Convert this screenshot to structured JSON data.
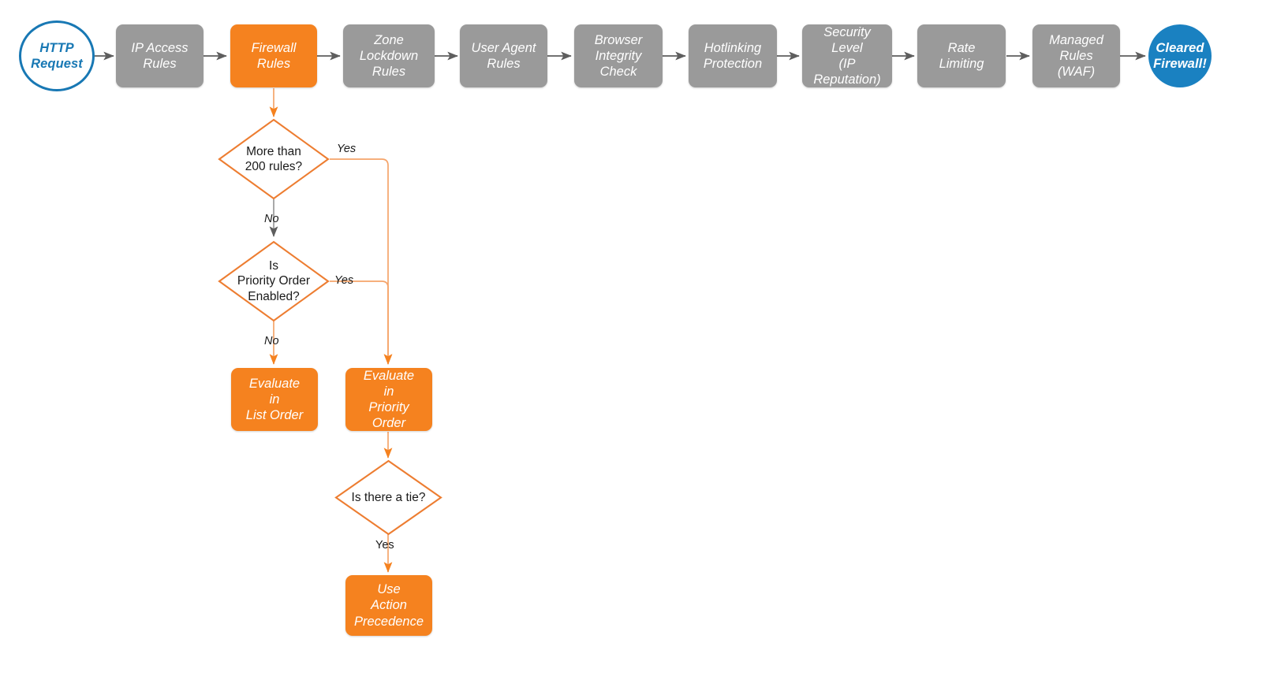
{
  "diagram": {
    "title": "Cloudflare Firewall Rules Evaluation Order",
    "colors": {
      "orange": "#f5821f",
      "orange_line": "#f5a46a",
      "gray_box": "#9a9a9a",
      "gray_line": "#6b6b6b",
      "blue": "#1a81c1",
      "blue_border": "#1878b4",
      "text_dark": "#1a1a1a",
      "background": "#ffffff"
    },
    "pipeline": {
      "name": "firewall-pipeline",
      "nodes": [
        {
          "id": "http-request",
          "label": "HTTP\nRequest",
          "shape": "circle",
          "style": "hollow-blue"
        },
        {
          "id": "ip-access-rules",
          "label": "IP Access\nRules",
          "shape": "process",
          "style": "gray"
        },
        {
          "id": "firewall-rules",
          "label": "Firewall\nRules",
          "shape": "process",
          "style": "orange"
        },
        {
          "id": "zone-lockdown-rules",
          "label": "Zone\nLockdown\nRules",
          "shape": "process",
          "style": "gray"
        },
        {
          "id": "user-agent-rules",
          "label": "User Agent\nRules",
          "shape": "process",
          "style": "gray"
        },
        {
          "id": "browser-integrity",
          "label": "Browser\nIntegrity\nCheck",
          "shape": "process",
          "style": "gray"
        },
        {
          "id": "hotlinking",
          "label": "Hotlinking\nProtection",
          "shape": "process",
          "style": "gray"
        },
        {
          "id": "security-level",
          "label": "Security\nLevel\n(IP Reputation)",
          "shape": "process",
          "style": "gray"
        },
        {
          "id": "rate-limiting",
          "label": "Rate\nLimiting",
          "shape": "process",
          "style": "gray"
        },
        {
          "id": "managed-rules",
          "label": "Managed\nRules\n(WAF)",
          "shape": "process",
          "style": "gray"
        },
        {
          "id": "cleared-firewall",
          "label": "Cleared\nFirewall!",
          "shape": "circle",
          "style": "filled-blue"
        }
      ]
    },
    "branch": {
      "name": "firewall-rules-branch",
      "decisions": [
        {
          "id": "more-than-200-rules",
          "label": "More than\n200 rules?"
        },
        {
          "id": "priority-order-enabled",
          "label": "Is\nPriority Order\nEnabled?"
        },
        {
          "id": "is-there-a-tie",
          "label": "Is there a tie?"
        }
      ],
      "outcomes": [
        {
          "id": "evaluate-list-order",
          "label": "Evaluate\nin\nList Order"
        },
        {
          "id": "evaluate-priority-order",
          "label": "Evaluate\nin\nPriority Order"
        },
        {
          "id": "use-action-precedence",
          "label": "Use\nAction\nPrecedence"
        }
      ],
      "edge_labels": {
        "more_than_200_yes": "Yes",
        "more_than_200_no": "No",
        "priority_order_yes": "Yes",
        "priority_order_no": "No",
        "tie_yes": "Yes"
      }
    }
  }
}
